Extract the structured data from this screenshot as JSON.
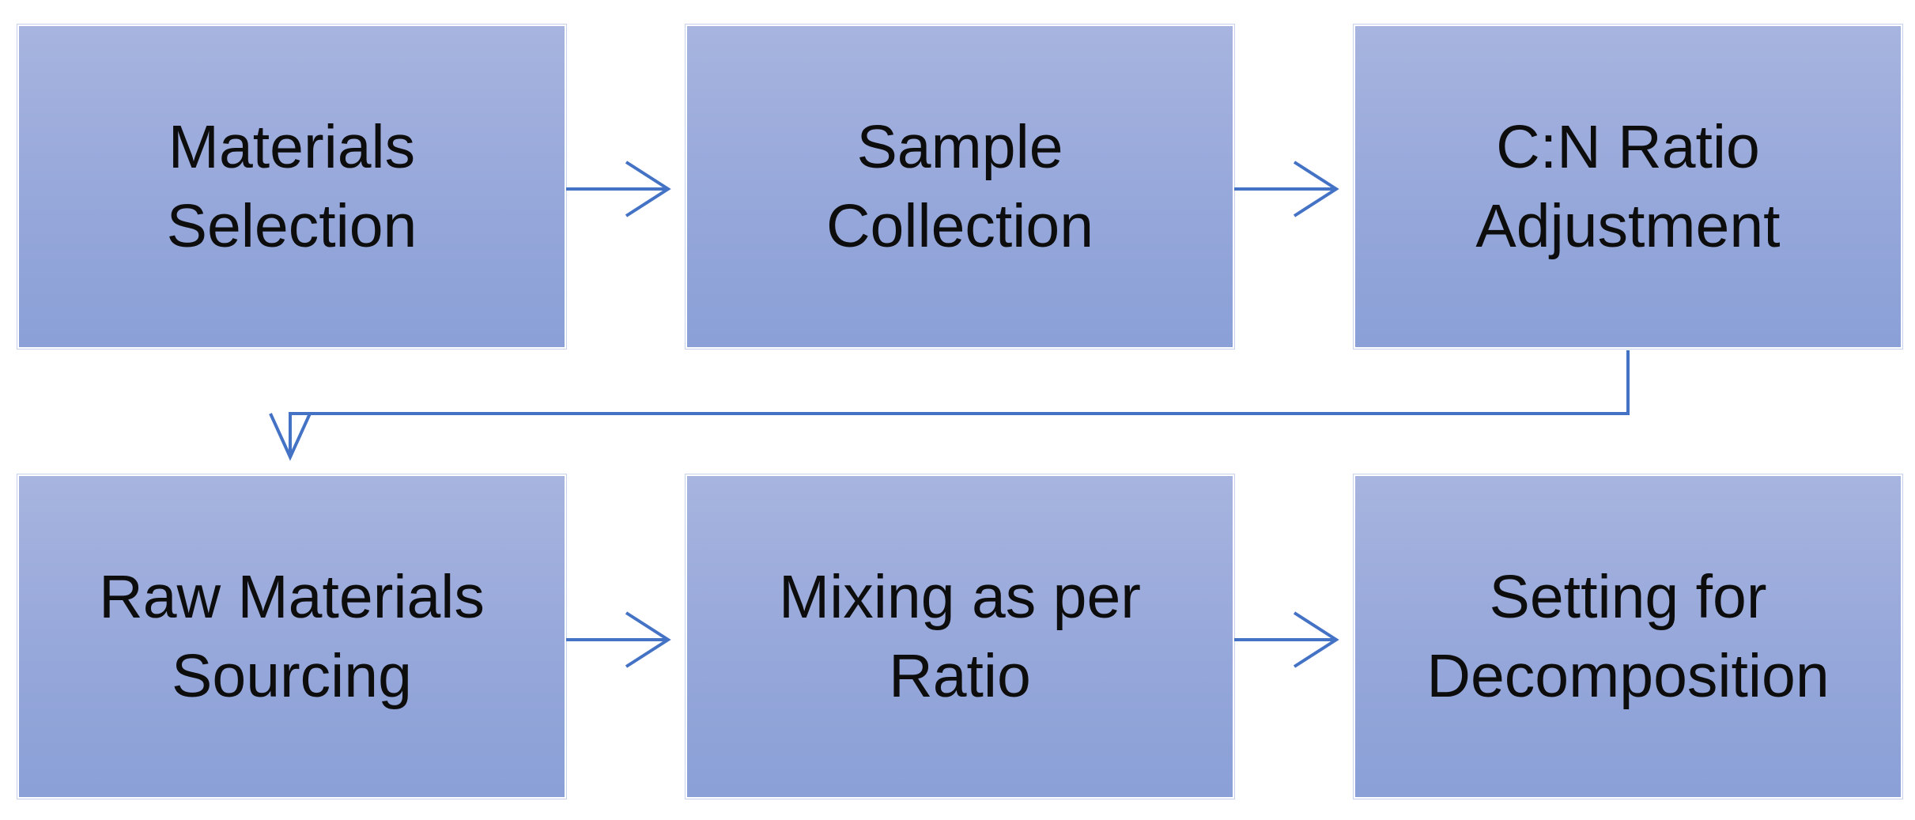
{
  "steps": [
    {
      "label": "Materials\nSelection"
    },
    {
      "label": "Sample\nCollection"
    },
    {
      "label": "C:N Ratio\nAdjustment"
    },
    {
      "label": "Raw Materials\nSourcing"
    },
    {
      "label": "Mixing as per\nRatio"
    },
    {
      "label": "Setting for\nDecomposition"
    }
  ],
  "colors": {
    "box_fill_top": "#a7b4df",
    "box_fill_bottom": "#8aa0d7",
    "arrow": "#4472c4",
    "text": "#0d0d0d"
  }
}
